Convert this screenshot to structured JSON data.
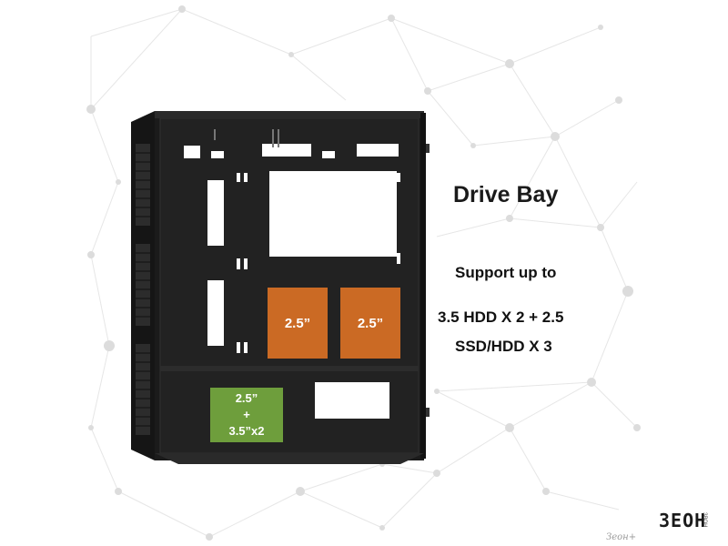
{
  "heading": "Drive Bay",
  "support_line": "Support up to",
  "spec_line_1": "3.5 HDD X 2 + 2.5",
  "spec_line_2": "SSD/HDD X 3",
  "bays": {
    "left_hdd": "2.5”",
    "right_hdd": "2.5”",
    "bottom_line_1": "2.5”",
    "bottom_line_2": "+",
    "bottom_line_3": "3.5”x2"
  },
  "brand": {
    "logo": "ЗЕOН",
    "logo_side": "ЗВОН",
    "watermark": "Зеон+"
  },
  "colors": {
    "hdd_bracket": "#cb6a24",
    "ssd_bracket": "#6e9e3c",
    "case_body": "#1b1b1b"
  }
}
